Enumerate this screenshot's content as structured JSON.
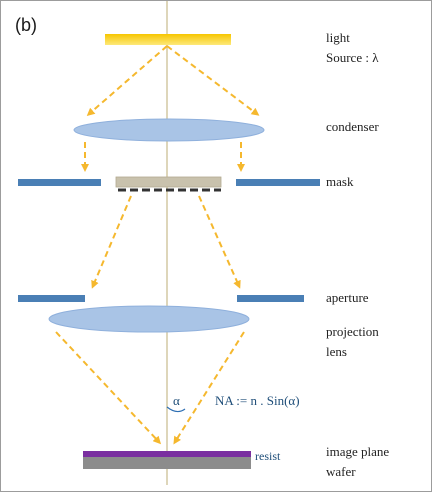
{
  "panel_label": "(b)",
  "labels": {
    "light_line1": "light",
    "light_line2": "Source : λ",
    "condenser": "condenser",
    "mask": "mask",
    "aperture": "aperture",
    "projection_line1": "projection",
    "projection_line2": "lens",
    "image_plane": "image plane",
    "wafer": "wafer",
    "resist": "resist"
  },
  "annotation": {
    "angle_symbol": "α",
    "formula": "NA := n . Sin(α)"
  },
  "colors": {
    "light_source_top": "#f7c600",
    "light_source_bottom": "#fde97a",
    "ray": "#f5b82e",
    "lens_fill": "#a9c4e6",
    "lens_stroke": "#8fb0dc",
    "blocker": "#4a7fb5",
    "mask_frame": "#c9c2ad",
    "mask_dash": "#333333",
    "axis": "#d4c9a3",
    "resist": "#7a2fa0",
    "wafer": "#8c8c8c",
    "angle_arc": "#2e6fb3"
  }
}
